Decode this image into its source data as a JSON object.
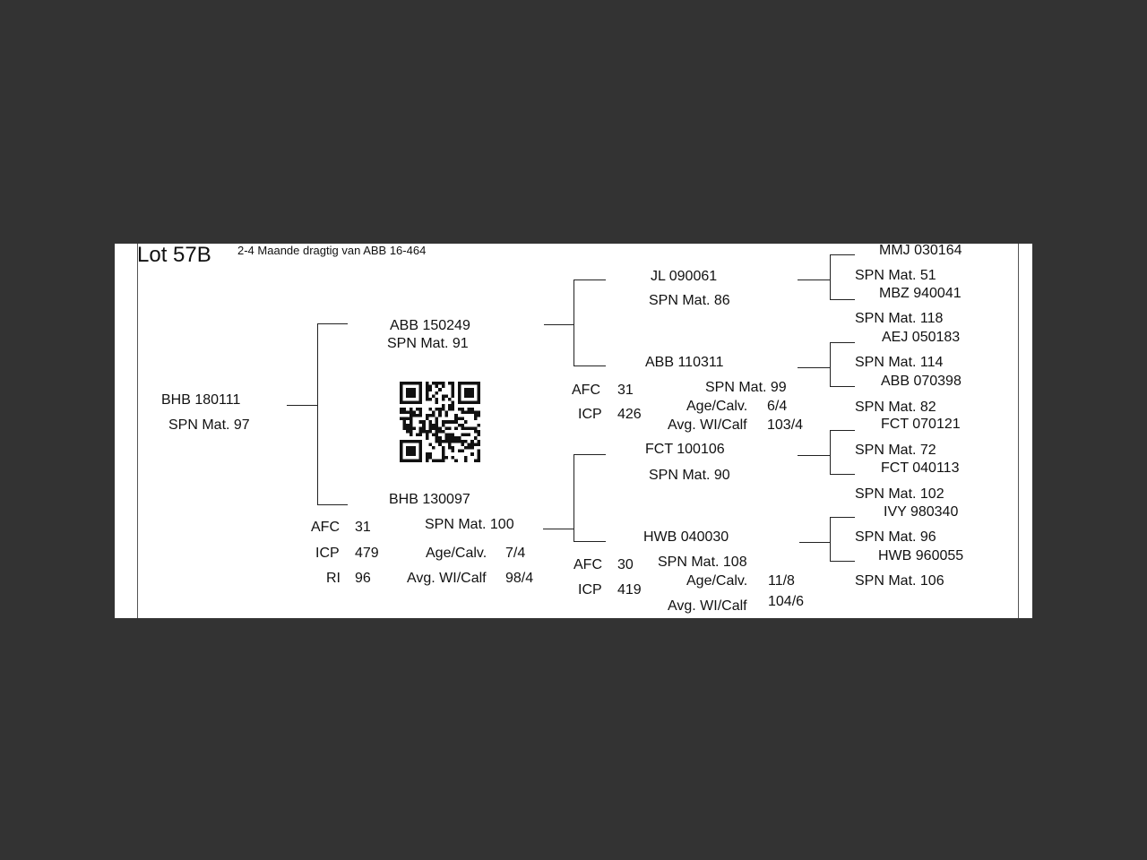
{
  "header": {
    "lot": "Lot 57B",
    "note": "2-4 Maande dragtig van ABB 16-464"
  },
  "animal": {
    "id": "BHB 180111",
    "spn": "SPN Mat. 97"
  },
  "sire": {
    "id": "ABB 150249",
    "spn": "SPN Mat. 91"
  },
  "dam": {
    "id": "BHB 130097",
    "spn": "SPN Mat. 100",
    "afc_label": "AFC",
    "afc": "31",
    "icp_label": "ICP",
    "icp": "479",
    "ri_label": "RI",
    "ri": "96",
    "age_label": "Age/Calv.",
    "age": "7/4",
    "wi_label": "Avg. WI/Calf",
    "wi": "98/4"
  },
  "gen3": {
    "ss": {
      "id": "JL  090061",
      "spn": "SPN Mat. 86"
    },
    "sd": {
      "id": "ABB 110311",
      "spn": "SPN Mat. 99",
      "afc_label": "AFC",
      "afc": "31",
      "icp_label": "ICP",
      "icp": "426",
      "age_label": "Age/Calv.",
      "age": "6/4",
      "wi_label": "Avg. WI/Calf",
      "wi": "103/4"
    },
    "ds": {
      "id": "FCT 100106",
      "spn": "SPN Mat. 90"
    },
    "dd": {
      "id": "HWB 040030",
      "spn": "SPN Mat. 108",
      "afc_label": "AFC",
      "afc": "30",
      "icp_label": "ICP",
      "icp": "419",
      "age_label": "Age/Calv.",
      "age": "11/8",
      "wi_label": "Avg. WI/Calf",
      "wi": "104/6"
    }
  },
  "gen4": [
    {
      "id": "MMJ 030164",
      "spn": "SPN Mat. 51"
    },
    {
      "id": "MBZ 940041",
      "spn": "SPN Mat. 118"
    },
    {
      "id": "AEJ 050183",
      "spn": "SPN Mat. 114"
    },
    {
      "id": "ABB 070398",
      "spn": "SPN Mat. 82"
    },
    {
      "id": "FCT 070121",
      "spn": "SPN Mat. 72"
    },
    {
      "id": "FCT 040113",
      "spn": "SPN Mat. 102"
    },
    {
      "id": "IVY 980340",
      "spn": "SPN Mat. 96"
    },
    {
      "id": "HWB 960055",
      "spn": "SPN Mat. 106"
    }
  ]
}
